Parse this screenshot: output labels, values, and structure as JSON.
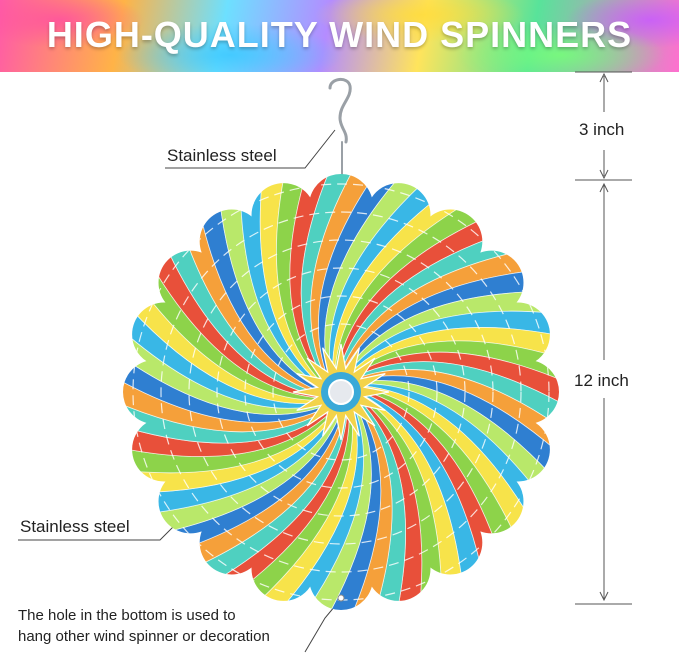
{
  "banner": {
    "title": "HIGH-QUALITY WIND SPINNERS"
  },
  "labels": {
    "hook_material": "Stainless steel",
    "body_material": "Stainless steel",
    "bottom_hole_line1": "The hole in the bottom is used to",
    "bottom_hole_line2": "hang other wind spinner or decoration"
  },
  "dimensions": {
    "hook_length": "3 inch",
    "spinner_diameter": "12 inch"
  },
  "colors": {
    "stripe_palette": [
      "#39b7e6",
      "#f7e34a",
      "#8dd34a",
      "#e8503a",
      "#4fd0c0",
      "#f5a03a",
      "#2f7fd1",
      "#b9e86a"
    ]
  }
}
